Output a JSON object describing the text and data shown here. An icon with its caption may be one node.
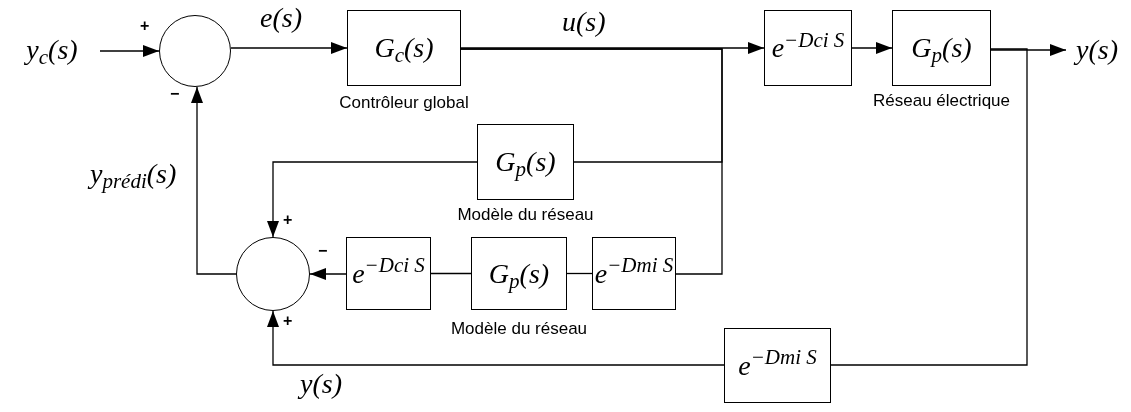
{
  "diagram": {
    "nodes": [
      {
        "text": [
          "y$_{c}$(s)"
        ]
      },
      {
        "text": [],
        "shape": "circle",
        "beside": [
          "+",
          "−"
        ]
      },
      {
        "text": [
          "G$_{c}$(s)"
        ],
        "beside": [
          "Contrôleur global"
        ]
      },
      {
        "text": [
          "e$^{−Dci S}$"
        ]
      },
      {
        "text": [
          "G$_{p}$(s)"
        ],
        "beside": [
          "Réseau électrique"
        ]
      },
      {
        "text": [
          "y(s)"
        ]
      },
      {
        "text": [
          "G$_{p}$(s)"
        ],
        "beside": [
          "Modèle du réseau"
        ]
      },
      {
        "text": [],
        "shape": "circle",
        "beside": [
          "+",
          "−",
          "+"
        ]
      },
      {
        "text": [
          "e$^{−Dci S}$"
        ]
      },
      {
        "text": [
          "G$_{p}$(s)"
        ],
        "beside": [
          "Modèle du réseau"
        ]
      },
      {
        "text": [
          "e$^{−Dmi S}$"
        ]
      },
      {
        "text": [
          "e$^{−Dmi S}$"
        ]
      }
    ],
    "edges": [
      {
        "from": 0,
        "to": 1,
        "arrow": "to"
      },
      {
        "from": 1,
        "to": 2,
        "arrow": "to",
        "label": "e(s)"
      },
      {
        "from": 2,
        "to": 3,
        "arrow": "to",
        "label": "u(s)"
      },
      {
        "from": 3,
        "to": 4,
        "arrow": "to"
      },
      {
        "from": 4,
        "to": 5,
        "arrow": "to"
      },
      {
        "from": 7,
        "to": 1,
        "arrow": "to",
        "label": "y$_{prédi}$(s)"
      },
      {
        "from": 2,
        "to": 6,
        "arrow": "none"
      },
      {
        "from": 6,
        "to": 7,
        "arrow": "to"
      },
      {
        "from": 2,
        "to": 10,
        "arrow": "none"
      },
      {
        "from": 10,
        "to": 9,
        "arrow": "none"
      },
      {
        "from": 9,
        "to": 8,
        "arrow": "none"
      },
      {
        "from": 8,
        "to": 7,
        "arrow": "to"
      },
      {
        "from": 4,
        "to": 11,
        "arrow": "none"
      },
      {
        "from": 11,
        "to": 7,
        "arrow": "to",
        "label": "y(s)"
      }
    ]
  }
}
